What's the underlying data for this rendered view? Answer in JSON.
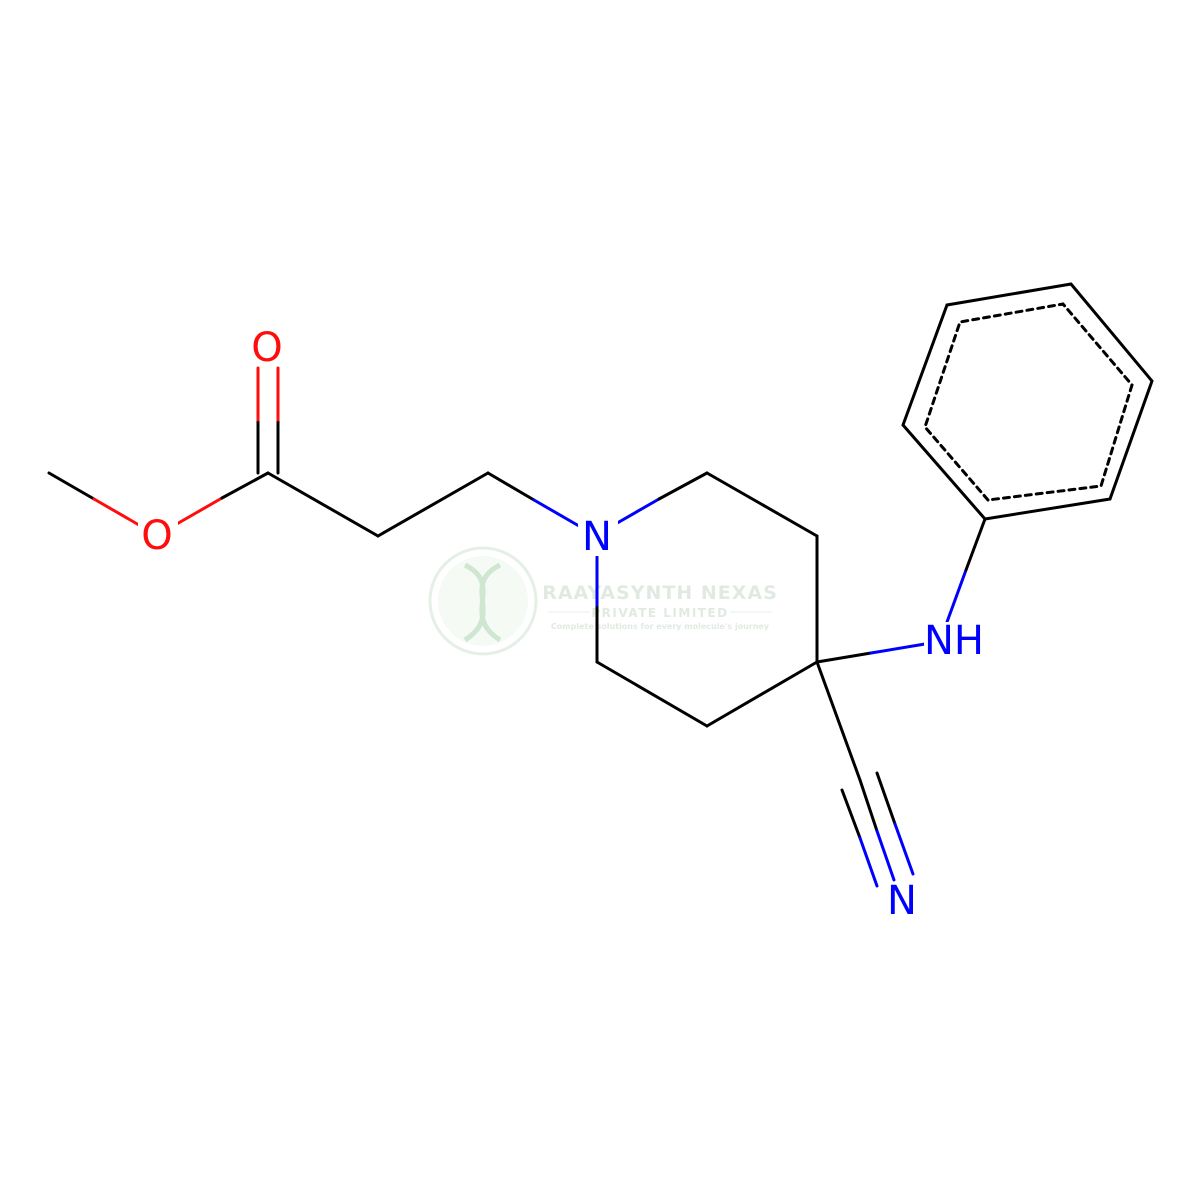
{
  "molecule": {
    "atom_labels": {
      "carbonyl_oxygen": "O",
      "ester_oxygen": "O",
      "ring_nitrogen": "N",
      "amine_nh": "NH",
      "nitrile_nitrogen": "N"
    },
    "colors": {
      "bond": "#000000",
      "oxygen": "#ff0d0d",
      "nitrogen": "#0000ff"
    }
  },
  "watermark": {
    "title": "RAAYASYNTH NEXAS",
    "subtitle": "PRIVATE LIMITED",
    "tagline": "Complete solutions for every molecule's journey",
    "color": "#b7d7b9"
  }
}
